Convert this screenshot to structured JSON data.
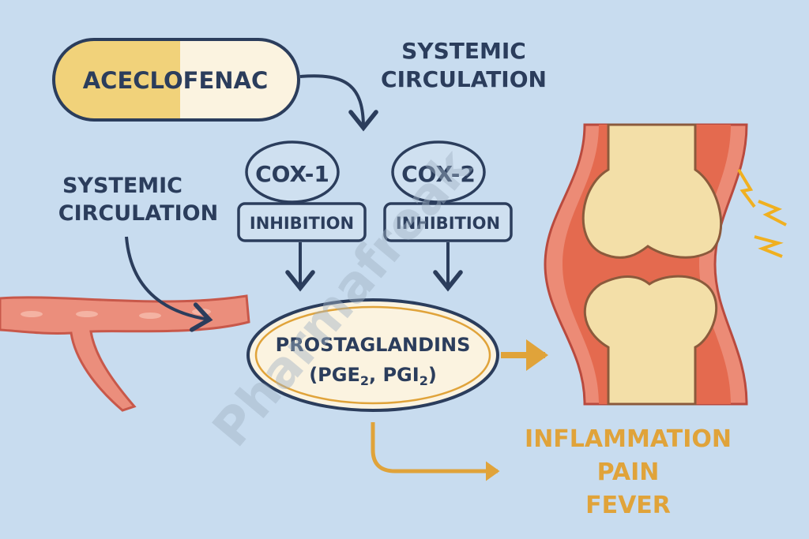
{
  "drug": {
    "label": "ACECLOFENAC"
  },
  "top_label": {
    "line1": "SYSTEMIC",
    "line2": "CIRCULATION"
  },
  "left_label": {
    "line1": "SYSTEMIC",
    "line2": "CIRCULATION"
  },
  "enzymes": [
    {
      "name": "COX-1",
      "action": "INHIBITION"
    },
    {
      "name": "COX-2",
      "action": "INHIBITION"
    }
  ],
  "mediator": {
    "line1": "PROSTAGLANDINS",
    "line2_prefix": "(PGE",
    "sub1": "2",
    "mid": ", PGI",
    "sub2": "2",
    "suffix": ")"
  },
  "effects": [
    "INFLAMMATION",
    "PAIN",
    "FEVER"
  ],
  "watermark": "Pharmafreak",
  "colors": {
    "background": "#c8dcef",
    "ink": "#2b3d5c",
    "accent": "#e0a33a",
    "pill_yellow": "#f1d27a",
    "pill_cream": "#fbf3e0",
    "tissue": "#e9806a",
    "bone": "#f3dfa8"
  }
}
